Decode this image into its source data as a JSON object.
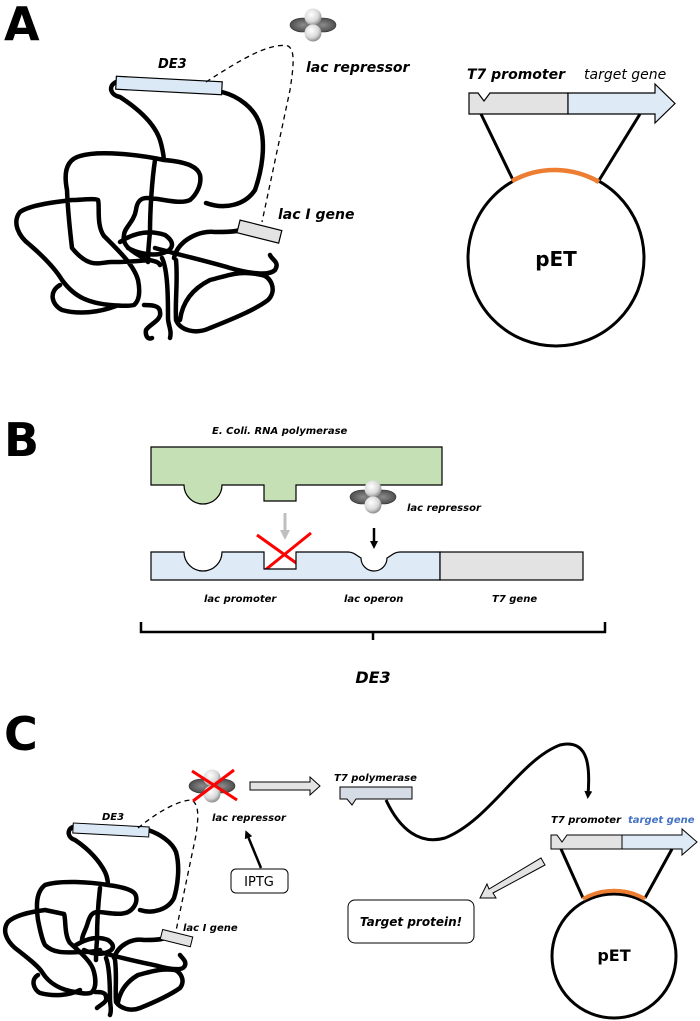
{
  "panels": {
    "a": {
      "letter": "A",
      "de3_label": "DE3",
      "lac_repressor_label": "lac repressor",
      "lac_i_gene_label": "lac I gene",
      "t7_promoter_label": "T7 promoter",
      "target_gene_label": "target gene",
      "plasmid_label": "pET"
    },
    "b": {
      "letter": "B",
      "rna_polymerase_label": "E. Coli. RNA polymerase",
      "lac_repressor_label": "lac repressor",
      "lac_promoter_label": "lac promoter",
      "lac_operon_label": "lac operon",
      "t7_gene_label": "T7 gene",
      "brace_label": "DE3"
    },
    "c": {
      "letter": "C",
      "de3_label": "DE3",
      "lac_repressor_label": "lac repressor",
      "lac_i_gene_label": "lac I gene",
      "iptg_label": "IPTG",
      "t7_polymerase_label": "T7 polymerase",
      "t7_promoter_label": "T7 promoter",
      "target_gene_label": "target gene",
      "plasmid_label": "pET",
      "result_label": "Target protein!"
    }
  },
  "colors": {
    "de3_fill": "#dbe9f6",
    "lac_i_fill": "#e3e3e3",
    "rna_pol_fill": "#c5e0b4",
    "operon_fill": "#deebf7",
    "t7_gene_fill": "#e3e3e3",
    "insert_highlight": "#ed7d31",
    "block_x": "#ff0000",
    "target_gene_text_c": "#4472c4"
  }
}
